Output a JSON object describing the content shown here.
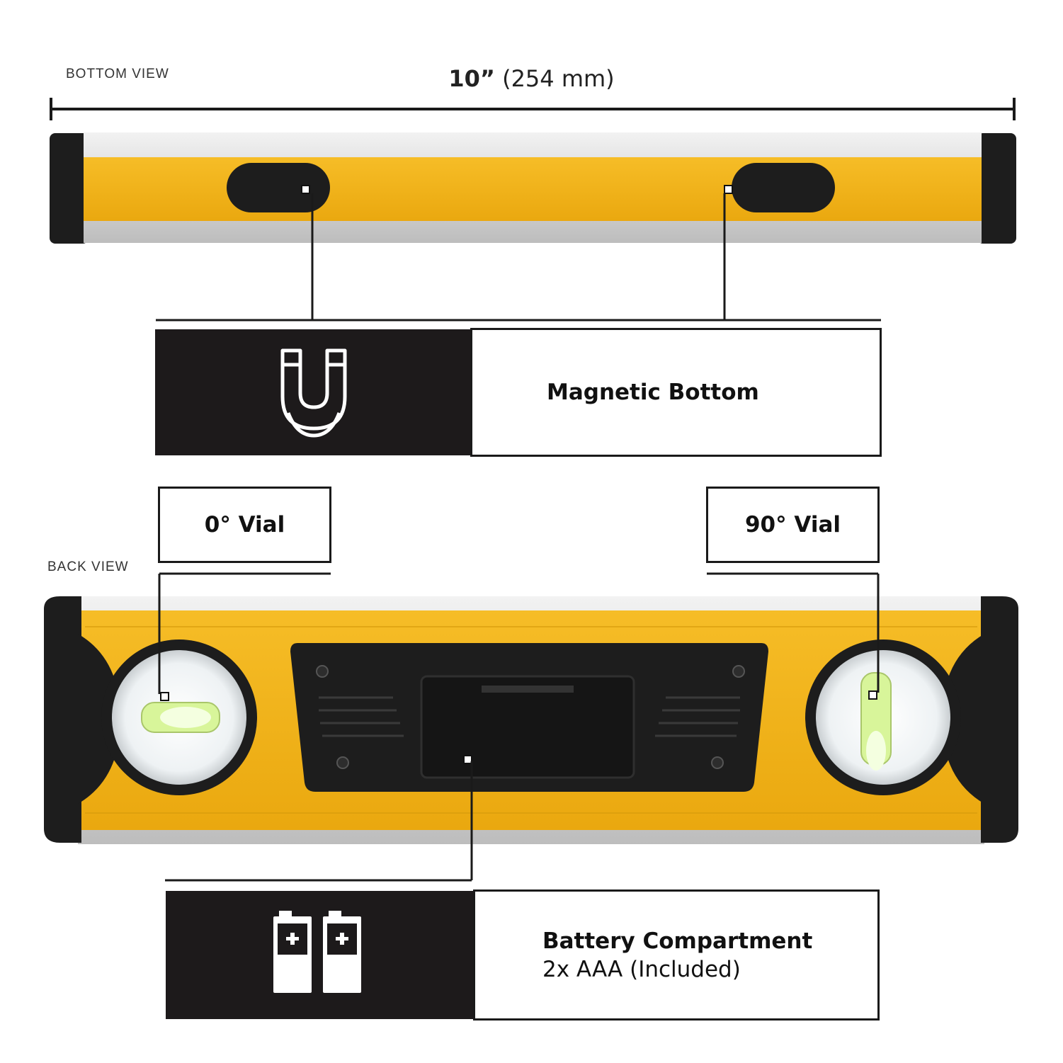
{
  "labels": {
    "bottom_view": "BOTTOM VIEW",
    "back_view": "BACK VIEW"
  },
  "dimension": {
    "length_bold": "10”",
    "length_metric": "(254 mm)"
  },
  "features": {
    "magnetic": {
      "title": "Magnetic Bottom",
      "icon": "magnet-icon"
    },
    "battery": {
      "title": "Battery Compartment",
      "subtitle": "2x AAA (Included)",
      "icon": "battery-icon"
    },
    "vial_0": {
      "title": "0° Vial"
    },
    "vial_90": {
      "title": "90° Vial"
    }
  },
  "colors": {
    "body_yellow": "#f2b21a",
    "rubber_black": "#1d1d1d",
    "aluminum": "#d9d9d9",
    "vial_green": "#c8f07a",
    "panel_dark": "#1d1a1b"
  }
}
